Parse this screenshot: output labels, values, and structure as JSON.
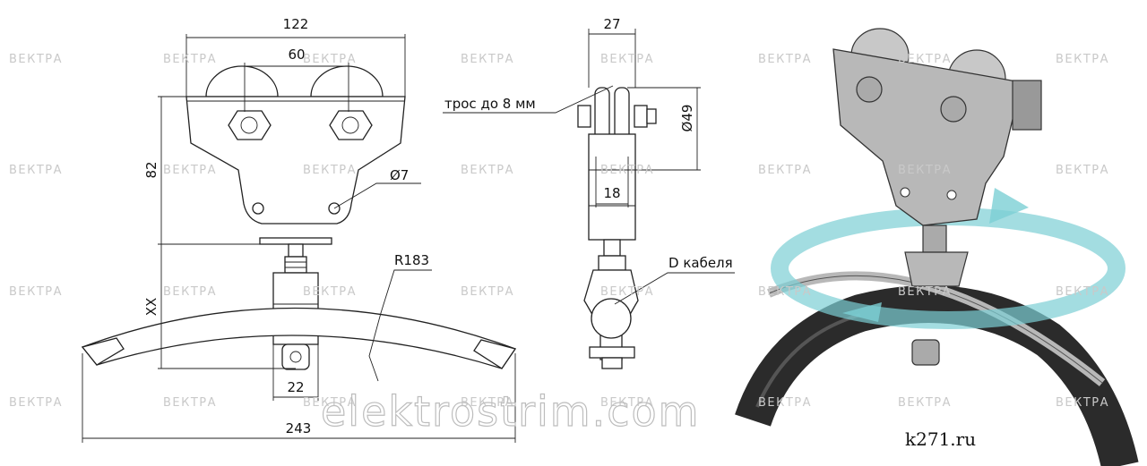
{
  "dimensions": {
    "top_width": "122",
    "wheel_spacing": "60",
    "height": "82",
    "hole_diameter": "Ø7",
    "xx": "XX",
    "radius": "R183",
    "clamp_width": "22",
    "total_width": "243",
    "side_width": "27",
    "wheel_diameter": "Ø49",
    "inner_width": "18"
  },
  "labels": {
    "cable_note": "трос до 8 мм",
    "cable_diameter": "D кабеля"
  },
  "watermarks": {
    "brand": "ВЕКТРА",
    "site": "elektrostrim.com"
  },
  "credit": "k271.ru",
  "colors": {
    "ring": "#7ccfd4",
    "hose": "#2b2b2b",
    "metal": "#b8b8b8"
  }
}
